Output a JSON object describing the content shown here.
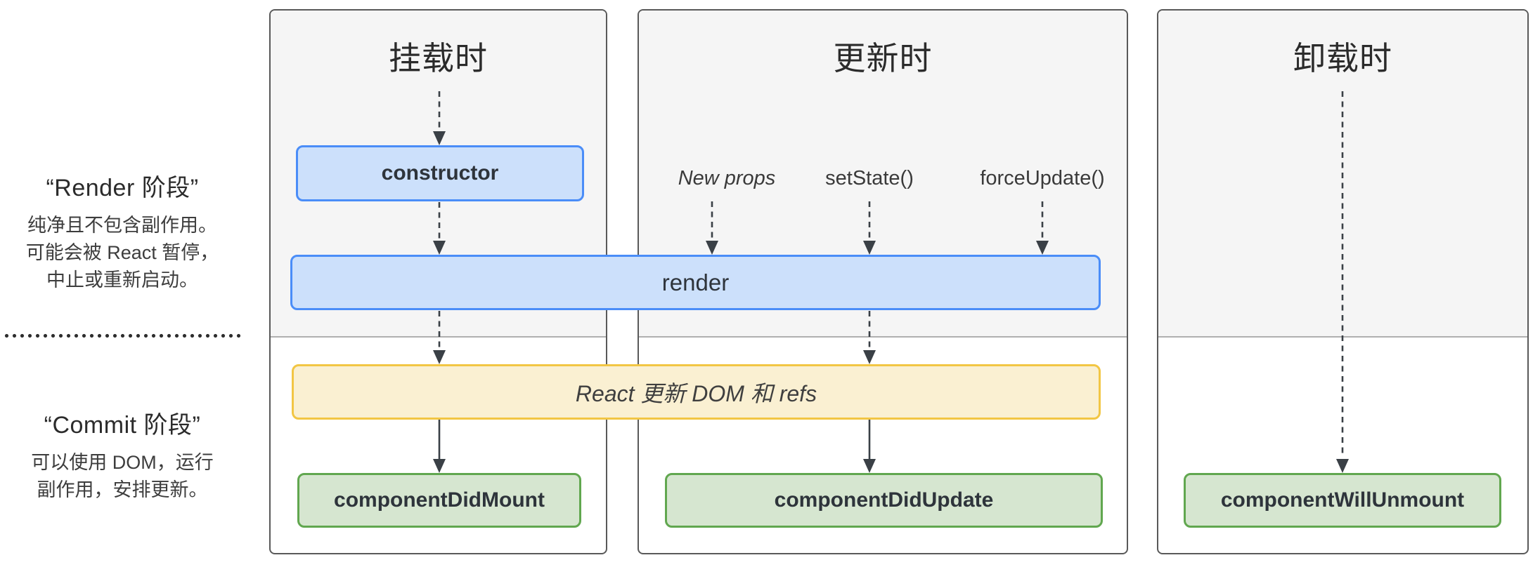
{
  "sidebar": {
    "render_phase": {
      "title": "“Render 阶段”",
      "description_lines": [
        "纯净且不包含副作用。",
        "可能会被 React 暂停，",
        "中止或重新启动。"
      ]
    },
    "commit_phase": {
      "title": "“Commit 阶段”",
      "description_lines": [
        "可以使用 DOM，运行",
        "副作用，安排更新。"
      ]
    }
  },
  "columns": [
    {
      "id": "mounting",
      "header": "挂载时"
    },
    {
      "id": "updating",
      "header": "更新时"
    },
    {
      "id": "unmounting",
      "header": "卸载时"
    }
  ],
  "triggers": {
    "new_props": "New props",
    "set_state": "setState()",
    "force_update": "forceUpdate()"
  },
  "nodes": {
    "constructor": "constructor",
    "render": "render",
    "react_updates": "React 更新 DOM 和 refs",
    "component_did_mount": "componentDidMount",
    "component_did_update": "componentDidUpdate",
    "component_will_unmount": "componentWillUnmount"
  },
  "colors": {
    "accent_blue_fill": "#cce0fb",
    "accent_blue_border": "#4a8df8",
    "accent_yellow_fill": "#faf0d2",
    "accent_yellow_border": "#f2c644",
    "accent_green_fill": "#d6e6d0",
    "accent_green_border": "#61a74f",
    "column_bg_top": "#f5f5f5",
    "column_bg_bottom": "#ffffff",
    "column_border": "#595959",
    "divider": "#b0b0b0",
    "text_dark": "#2e343b",
    "arrow": "#3a4046"
  }
}
